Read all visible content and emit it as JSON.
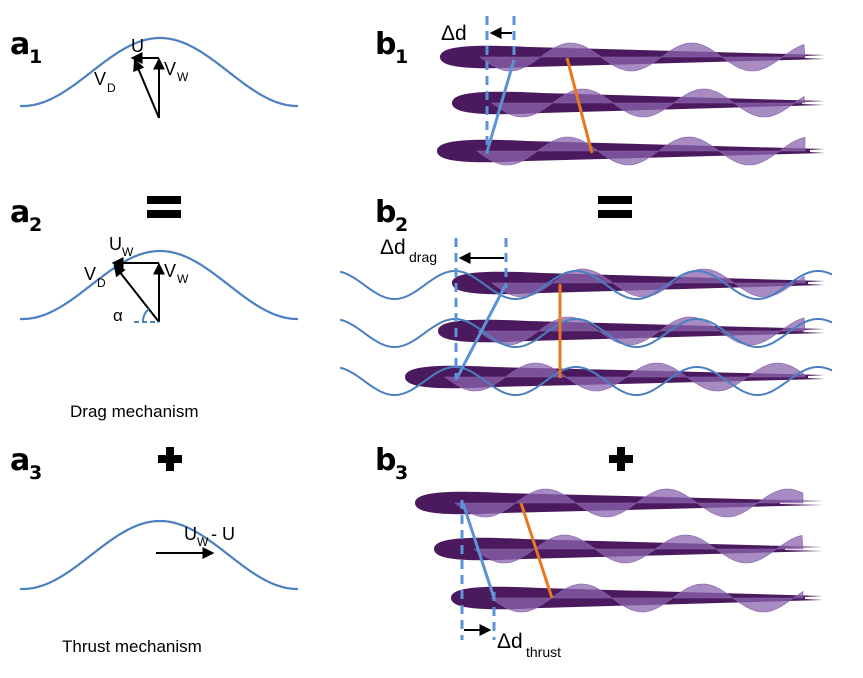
{
  "panels": {
    "a1": {
      "letter": "a",
      "sub": "1"
    },
    "a2": {
      "letter": "a",
      "sub": "2"
    },
    "a3": {
      "letter": "a",
      "sub": "3"
    },
    "b1": {
      "letter": "b",
      "sub": "1"
    },
    "b2": {
      "letter": "b",
      "sub": "2"
    },
    "b3": {
      "letter": "b",
      "sub": "3"
    }
  },
  "operators": {
    "equals": "=",
    "plus": "+"
  },
  "a1_labels": {
    "U": "U",
    "VD_main": "V",
    "VD_sub": "D",
    "VW_main": "V",
    "VW_sub": "W"
  },
  "a2_labels": {
    "UW_main": "U",
    "UW_sub": "W",
    "VD_main": "V",
    "VD_sub": "D",
    "VW_main": "V",
    "VW_sub": "W",
    "alpha": "α"
  },
  "a3_labels": {
    "UW_U_main": "U",
    "UW_U_sub": "W",
    "UW_U_rest": " - U"
  },
  "captions": {
    "drag": "Drag mechanism",
    "thrust": "Thrust mechanism"
  },
  "b_labels": {
    "delta_d": "Δd",
    "delta_d_drag_main": "Δd",
    "delta_d_drag_sub": "drag",
    "delta_d_thrust_main": "Δd",
    "delta_d_thrust_sub": "thrust"
  },
  "colors": {
    "wave": "#4a7fc1",
    "fish": "#4b1a5e",
    "fin": "#8a64ad",
    "blue_marker": "#5b93d6",
    "orange_marker": "#e8771e",
    "ink": "#000000"
  }
}
